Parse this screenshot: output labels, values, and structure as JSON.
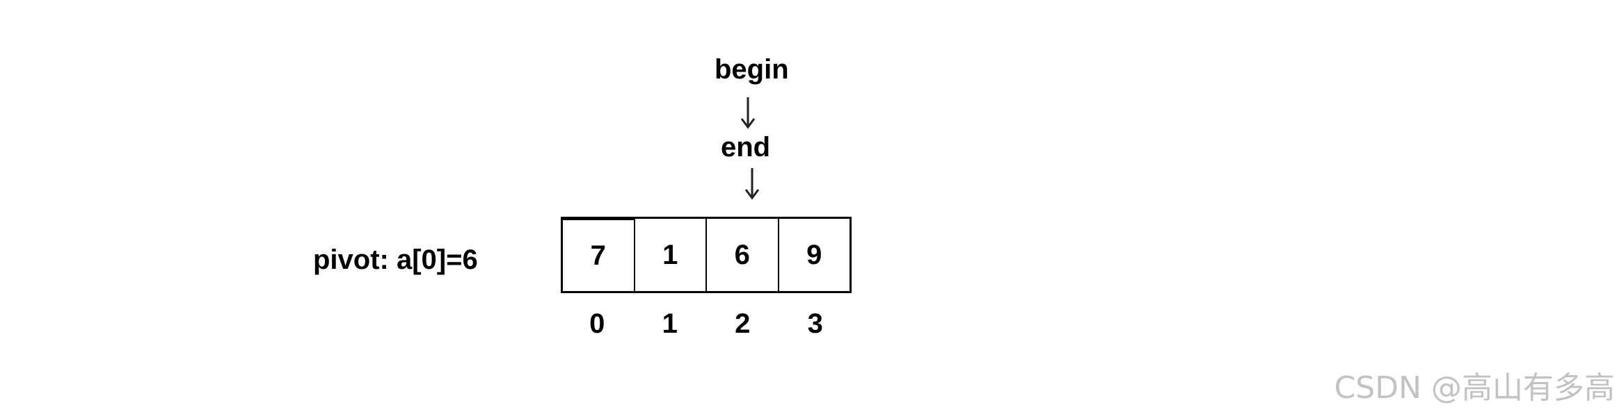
{
  "pointers": {
    "begin": {
      "label": "begin",
      "index": 2
    },
    "end": {
      "label": "end",
      "index": 2
    }
  },
  "pivot": {
    "label": "pivot:  a[0]=6"
  },
  "array": {
    "values": [
      "7",
      "1",
      "6",
      "9"
    ],
    "indices": [
      "0",
      "1",
      "2",
      "3"
    ]
  },
  "watermark": "CSDN @高山有多高"
}
